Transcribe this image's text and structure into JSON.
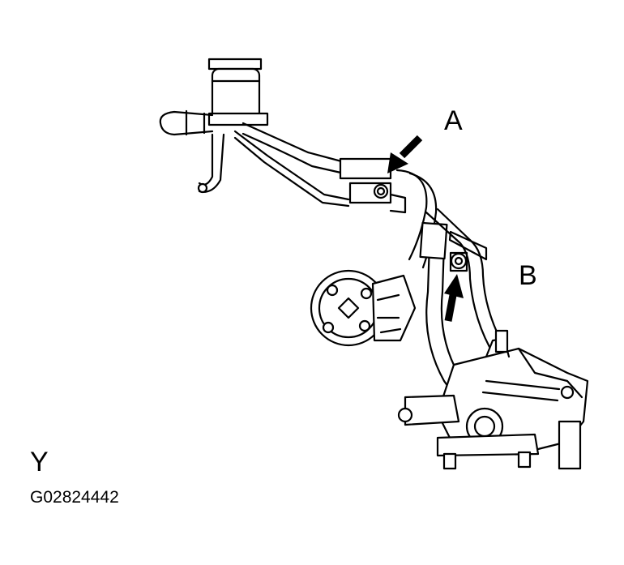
{
  "labels": {
    "callout_a": "A",
    "callout_b": "B",
    "view": "Y",
    "figure_id": "G02824442"
  }
}
